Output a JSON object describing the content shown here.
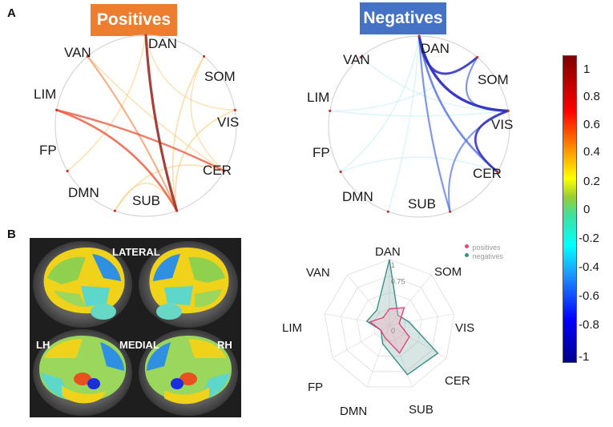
{
  "panel_a_letter": "A",
  "panel_b_letter": "B",
  "positives_title": "Positives",
  "negatives_title": "Negatives",
  "networks": [
    "DAN",
    "SOM",
    "VIS",
    "CER",
    "SUB",
    "DMN",
    "FP",
    "LIM",
    "VAN"
  ],
  "colorbar": {
    "ticks": [
      "1",
      "0.8",
      "0.6",
      "0.4",
      "0.2",
      "0",
      "-0.2",
      "-0.4",
      "-0.6",
      "-0.8",
      "-1"
    ],
    "colors": [
      "#7f0000",
      "#ff0000",
      "#ff8c00",
      "#ffff00",
      "#40e0a0",
      "#00ffff",
      "#1e90ff",
      "#0000ff",
      "#00008b"
    ]
  },
  "brain": {
    "lateral_label": "LATERAL",
    "medial_label": "MEDIAL",
    "lh_label": "LH",
    "rh_label": "RH"
  },
  "radar": {
    "legend": [
      {
        "name": "positives",
        "color": "#e0457b"
      },
      {
        "name": "negatives",
        "color": "#3a8f86"
      }
    ],
    "ring_labels": [
      "1",
      "0.75",
      "0"
    ],
    "axes": [
      "DAN",
      "SOM",
      "VIS",
      "CER",
      "SUB",
      "DMN",
      "FP",
      "LIM",
      "VAN"
    ],
    "positives": [
      0.25,
      0.35,
      0.15,
      0.35,
      0.45,
      0.2,
      0.15,
      0.3,
      0.15
    ],
    "negatives": [
      1.0,
      0.2,
      0.3,
      0.85,
      0.8,
      0.3,
      0.15,
      0.35,
      0.3
    ]
  },
  "chord_positive": [
    {
      "from": "DAN",
      "to": "SUB",
      "weight": 1.0
    },
    {
      "from": "LIM",
      "to": "SUB",
      "weight": 0.75
    },
    {
      "from": "LIM",
      "to": "CER",
      "weight": 0.7
    },
    {
      "from": "VAN",
      "to": "SUB",
      "weight": 0.55
    },
    {
      "from": "SUB",
      "to": "SOM",
      "weight": 0.35
    },
    {
      "from": "SUB",
      "to": "VIS",
      "weight": 0.35
    },
    {
      "from": "DMN",
      "to": "CER",
      "weight": 0.3
    },
    {
      "from": "FP",
      "to": "DAN",
      "weight": 0.3
    },
    {
      "from": "VAN",
      "to": "CER",
      "weight": 0.3
    },
    {
      "from": "DAN",
      "to": "VIS",
      "weight": 0.25
    },
    {
      "from": "SOM",
      "to": "CER",
      "weight": 0.25
    },
    {
      "from": "DMN",
      "to": "SUB",
      "weight": 0.3
    }
  ],
  "chord_negative": [
    {
      "from": "DAN",
      "to": "VIS",
      "weight": 1.0
    },
    {
      "from": "DAN",
      "to": "SOM",
      "weight": 0.9
    },
    {
      "from": "VIS",
      "to": "CER",
      "weight": 0.85
    },
    {
      "from": "DAN",
      "to": "CER",
      "weight": 0.75
    },
    {
      "from": "DAN",
      "to": "SUB",
      "weight": 0.6
    },
    {
      "from": "SOM",
      "to": "VIS",
      "weight": 0.6
    },
    {
      "from": "VIS",
      "to": "SUB",
      "weight": 0.55
    },
    {
      "from": "FP",
      "to": "DAN",
      "weight": 0.3
    },
    {
      "from": "LIM",
      "to": "SOM",
      "weight": 0.25
    },
    {
      "from": "VAN",
      "to": "VIS",
      "weight": 0.25
    },
    {
      "from": "DMN",
      "to": "DAN",
      "weight": 0.3
    },
    {
      "from": "LIM",
      "to": "VIS",
      "weight": 0.25
    },
    {
      "from": "FP",
      "to": "CER",
      "weight": 0.25
    }
  ]
}
